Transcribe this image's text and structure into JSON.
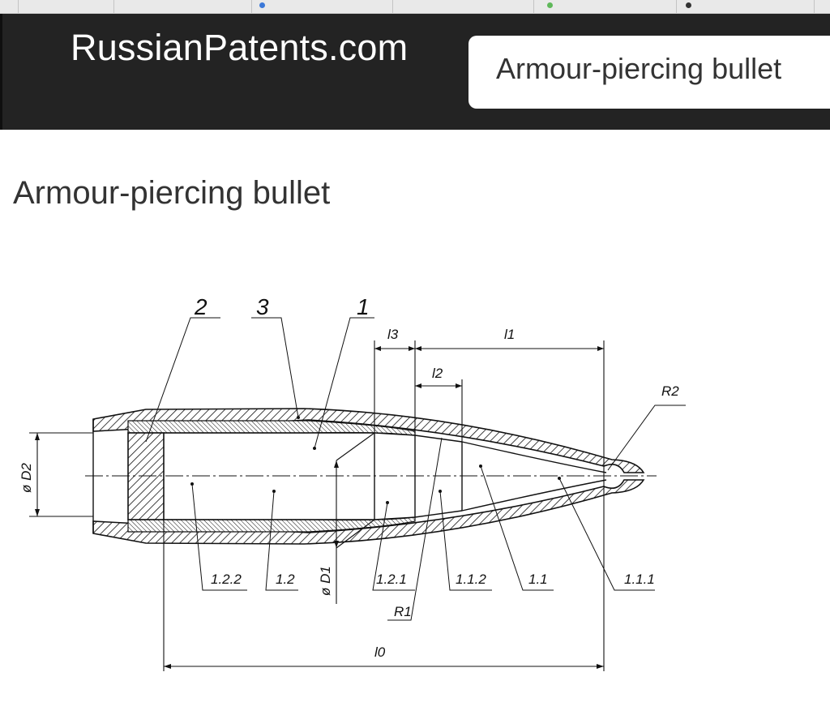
{
  "site": {
    "brand": "RussianPatents.com",
    "search_value": "Armour-piercing bullet",
    "search_placeholder": ""
  },
  "page": {
    "title": "Armour-piercing bullet"
  },
  "figure": {
    "labels": {
      "callout_2": "2",
      "callout_3": "3",
      "callout_1": "1",
      "dim_l3": "l3",
      "dim_l1": "l1",
      "dim_l2": "l2",
      "radius_r2": "R2",
      "diameter_d2": "ø D2",
      "diameter_d1": "ø D1",
      "part_122": "1.2.2",
      "part_12": "1.2",
      "part_121": "1.2.1",
      "part_112": "1.1.2",
      "part_11": "1.1",
      "part_111": "1.1.1",
      "radius_r1": "R1",
      "dim_l0": "l0"
    }
  },
  "colors": {
    "header_bg": "#232323",
    "brand_text": "#ffffff",
    "title_text": "#333333",
    "drawing_ink": "#111111"
  }
}
